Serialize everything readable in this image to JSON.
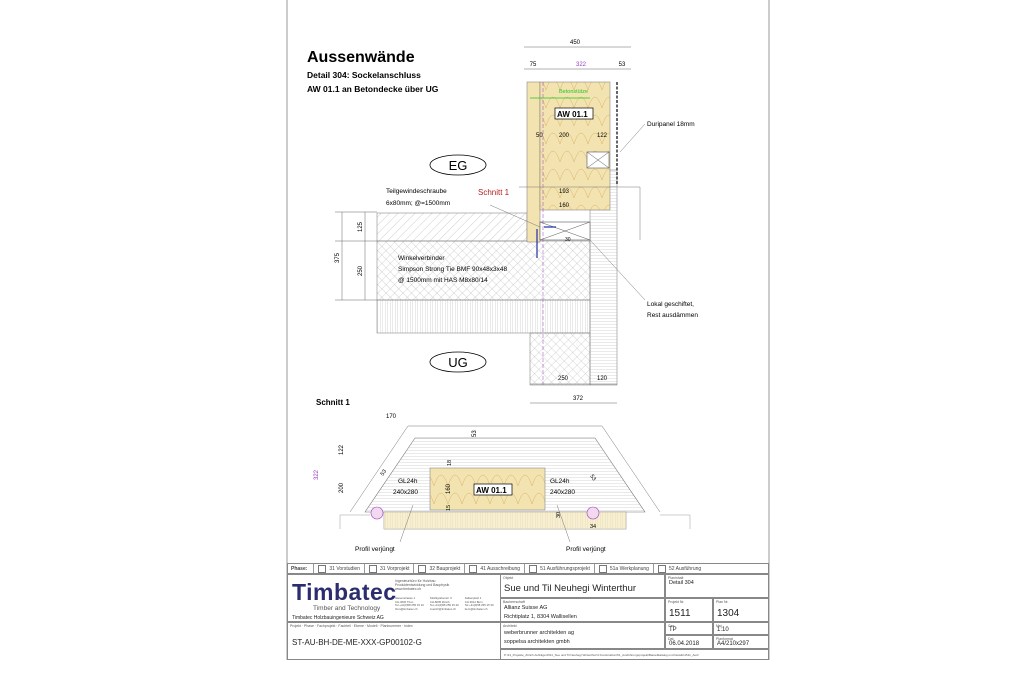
{
  "title": "Aussenwände",
  "subtitle1": "Detail 304: Sockelanschluss",
  "subtitle2": "AW 01.1 an Betondecke über UG",
  "detail": {
    "dims_top": [
      "450",
      "75",
      "322",
      "53"
    ],
    "dims_wall": [
      "50",
      "200",
      "122",
      "193",
      "160",
      "30"
    ],
    "dims_left": [
      "375",
      "125",
      "250"
    ],
    "dims_bottom": [
      "250",
      "120",
      "372"
    ],
    "wall_label": "AW 01.1",
    "betonstuetze": "Betonstütze",
    "duripanel": "Duripanel 18mm",
    "eg": "EG",
    "ug": "UG",
    "schnitt_marker": "Schnitt 1",
    "screw1": "Teilgewindeschraube",
    "screw2": "6x80mm; @=1500mm",
    "winkel1": "Winkelverbinder",
    "winkel2": "Simpson Strong Tie BMF 90x48x3x48",
    "winkel3": "@ 1500mm mit HAS M8x80/14",
    "lokal1": "Lokal geschiftet,",
    "lokal2": "Rest ausdämmen"
  },
  "section": {
    "title": "Schnitt 1",
    "dims": [
      "170",
      "53",
      "18",
      "122",
      "200",
      "322",
      "160",
      "15",
      "53",
      "53",
      "30",
      "34"
    ],
    "gl_left1": "GL24h",
    "gl_left2": "240x280",
    "gl_right1": "GL24h",
    "gl_right2": "240x280",
    "label": "AW 01.1",
    "profil_left": "Profil verjüngt",
    "profil_right": "Profil verjüngt"
  },
  "phase": {
    "label": "Phase:",
    "items": [
      "31 Vorstudien",
      "31 Vorprojekt",
      "32 Bauprojekt",
      "41 Ausschreibung",
      "51 Ausführungsprojekt",
      "51a Werkplanung",
      "52 Ausführung"
    ]
  },
  "titleblock": {
    "logo": "Timbatec",
    "logo_sub": "Timber and Technology",
    "company": "Timbatec Holzbauingenieure Schweiz AG",
    "desc1": "Ingenieurbüro für Holzbau",
    "desc2": "Produktentwicklung und Bauphysik",
    "web": "www.timbatec.ch",
    "addr": [
      [
        "Niesenstrasse 1",
        "CH-3600 Thun",
        "Tel.+41(0)58 255 15 10",
        "thun@timbatec.ch"
      ],
      [
        "Strählgrabenstr. 6",
        "CH-8005 Zürich",
        "Tel.+41(0)58 255 15 20",
        "zuerich@timbatec.ch"
      ],
      [
        "Falkenplatz 1",
        "CH-3012 Bern",
        "Tel.+41(0)58 255 15 30",
        "bern@timbatec.ch"
      ]
    ],
    "code_caption": "Projekt · Phase · Fachprojekt · Fachteil · Ebene · Modell · Planinummer · Index",
    "code": "ST-AU-BH-DE-ME-XXX-GP00102-G",
    "objekt_cap": "Objekt",
    "objekt": "Sue und Til Neuhegi Winterthur",
    "plan_cap": "Planinhalt",
    "plan": "Detail 304",
    "bauherr_cap": "Bauherrschaft",
    "bauherr1": "Allianz Suisse  AG",
    "bauherr2": "Richtiplatz  1, 8304 Wallisellen",
    "projnr_cap": "Projekt Nr.",
    "projnr": "1511",
    "plannr_cap": "Plan Nr.",
    "plannr": "1304",
    "arch_cap": "Architekt",
    "arch1": "weberbrunner architekten ag",
    "arch2": "soppelsa architekten gmbh",
    "gez_cap": "Gez.",
    "gez": "TP",
    "mst_cap": "Mst.",
    "mst": "1:10",
    "dat_cap": "Dat.",
    "dat": "06.04.2018",
    "format_cap": "Planformat",
    "format": "A4/210x297",
    "path": "P:\\13_Projekte_Zürich Aufträge\\1511_Sue und Til Neuhegi Winterthur\\4 Konstruktion\\51_Ausführungsprojekt\\Bauteilkatalog und Details\\1511_Ausf"
  },
  "colors": {
    "insulation": "#f3e3b0",
    "green": "#1ec81e",
    "red": "#b22222",
    "purple": "#9a3fbf",
    "blue": "#1f2fa8",
    "logo": "#2c2d6e"
  }
}
